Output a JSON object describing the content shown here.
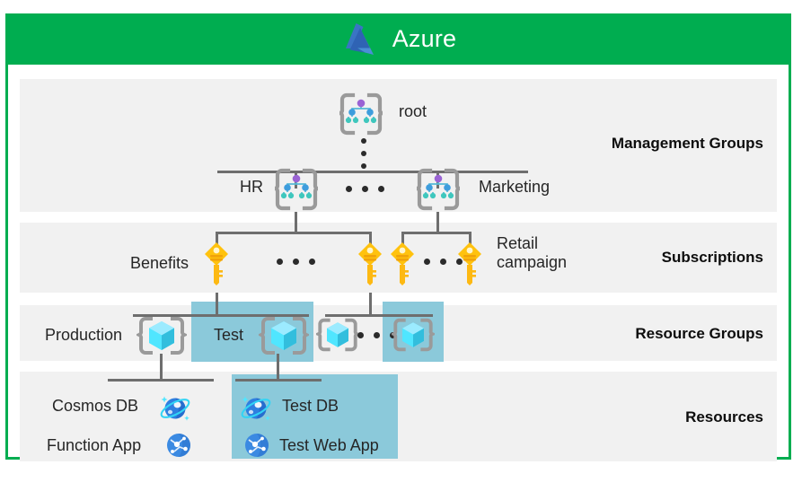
{
  "header": {
    "title": "Azure",
    "logo_icon": "azure-logo-icon",
    "bar_color": "#00ad50"
  },
  "colors": {
    "brand_green": "#00ad50",
    "band": "#f1f1f1",
    "highlight": "#8bc9da",
    "connector": "#6e6e6e"
  },
  "sections": [
    {
      "id": "management-groups",
      "label": "Management Groups"
    },
    {
      "id": "subscriptions",
      "label": "Subscriptions"
    },
    {
      "id": "resource-groups",
      "label": "Resource Groups"
    },
    {
      "id": "resources",
      "label": "Resources"
    }
  ],
  "management_groups": {
    "root": {
      "label": "root",
      "icon": "management-group-icon"
    },
    "vertical_ellipsis": "⋮",
    "children": [
      {
        "label": "HR",
        "icon": "management-group-icon"
      },
      {
        "label": "Marketing",
        "icon": "management-group-icon"
      }
    ],
    "ellipsis_between": "⋯"
  },
  "subscriptions": {
    "icon": "key-icon",
    "items": [
      {
        "label": "Benefits",
        "icon": "key-icon",
        "label_side": "left"
      },
      {
        "label": "",
        "icon": "key-icon",
        "label_side": "none"
      },
      {
        "label": "",
        "icon": "key-icon",
        "label_side": "none"
      },
      {
        "label": "Retail campaign",
        "icon": "key-icon",
        "label_side": "right"
      }
    ],
    "ellipsis_between": "⋯"
  },
  "resource_groups": {
    "icon": "resource-group-cube-icon",
    "items": [
      {
        "label": "Production",
        "icon": "resource-group-cube-icon",
        "highlighted": false
      },
      {
        "label": "Test",
        "icon": "resource-group-cube-icon",
        "highlighted": true
      },
      {
        "label": "",
        "icon": "resource-group-cube-icon",
        "highlighted": false
      },
      {
        "label": "",
        "icon": "resource-group-cube-icon",
        "highlighted": true
      }
    ],
    "ellipsis_between": "⋯"
  },
  "resources": {
    "production_group": [
      {
        "label": "Cosmos DB",
        "icon": "cosmos-db-icon",
        "highlighted": false
      },
      {
        "label": "Function App",
        "icon": "function-app-icon",
        "highlighted": false
      }
    ],
    "test_group": [
      {
        "label": "Test DB",
        "icon": "cosmos-db-icon",
        "highlighted": true
      },
      {
        "label": "Test Web App",
        "icon": "function-app-icon",
        "highlighted": true
      }
    ]
  }
}
